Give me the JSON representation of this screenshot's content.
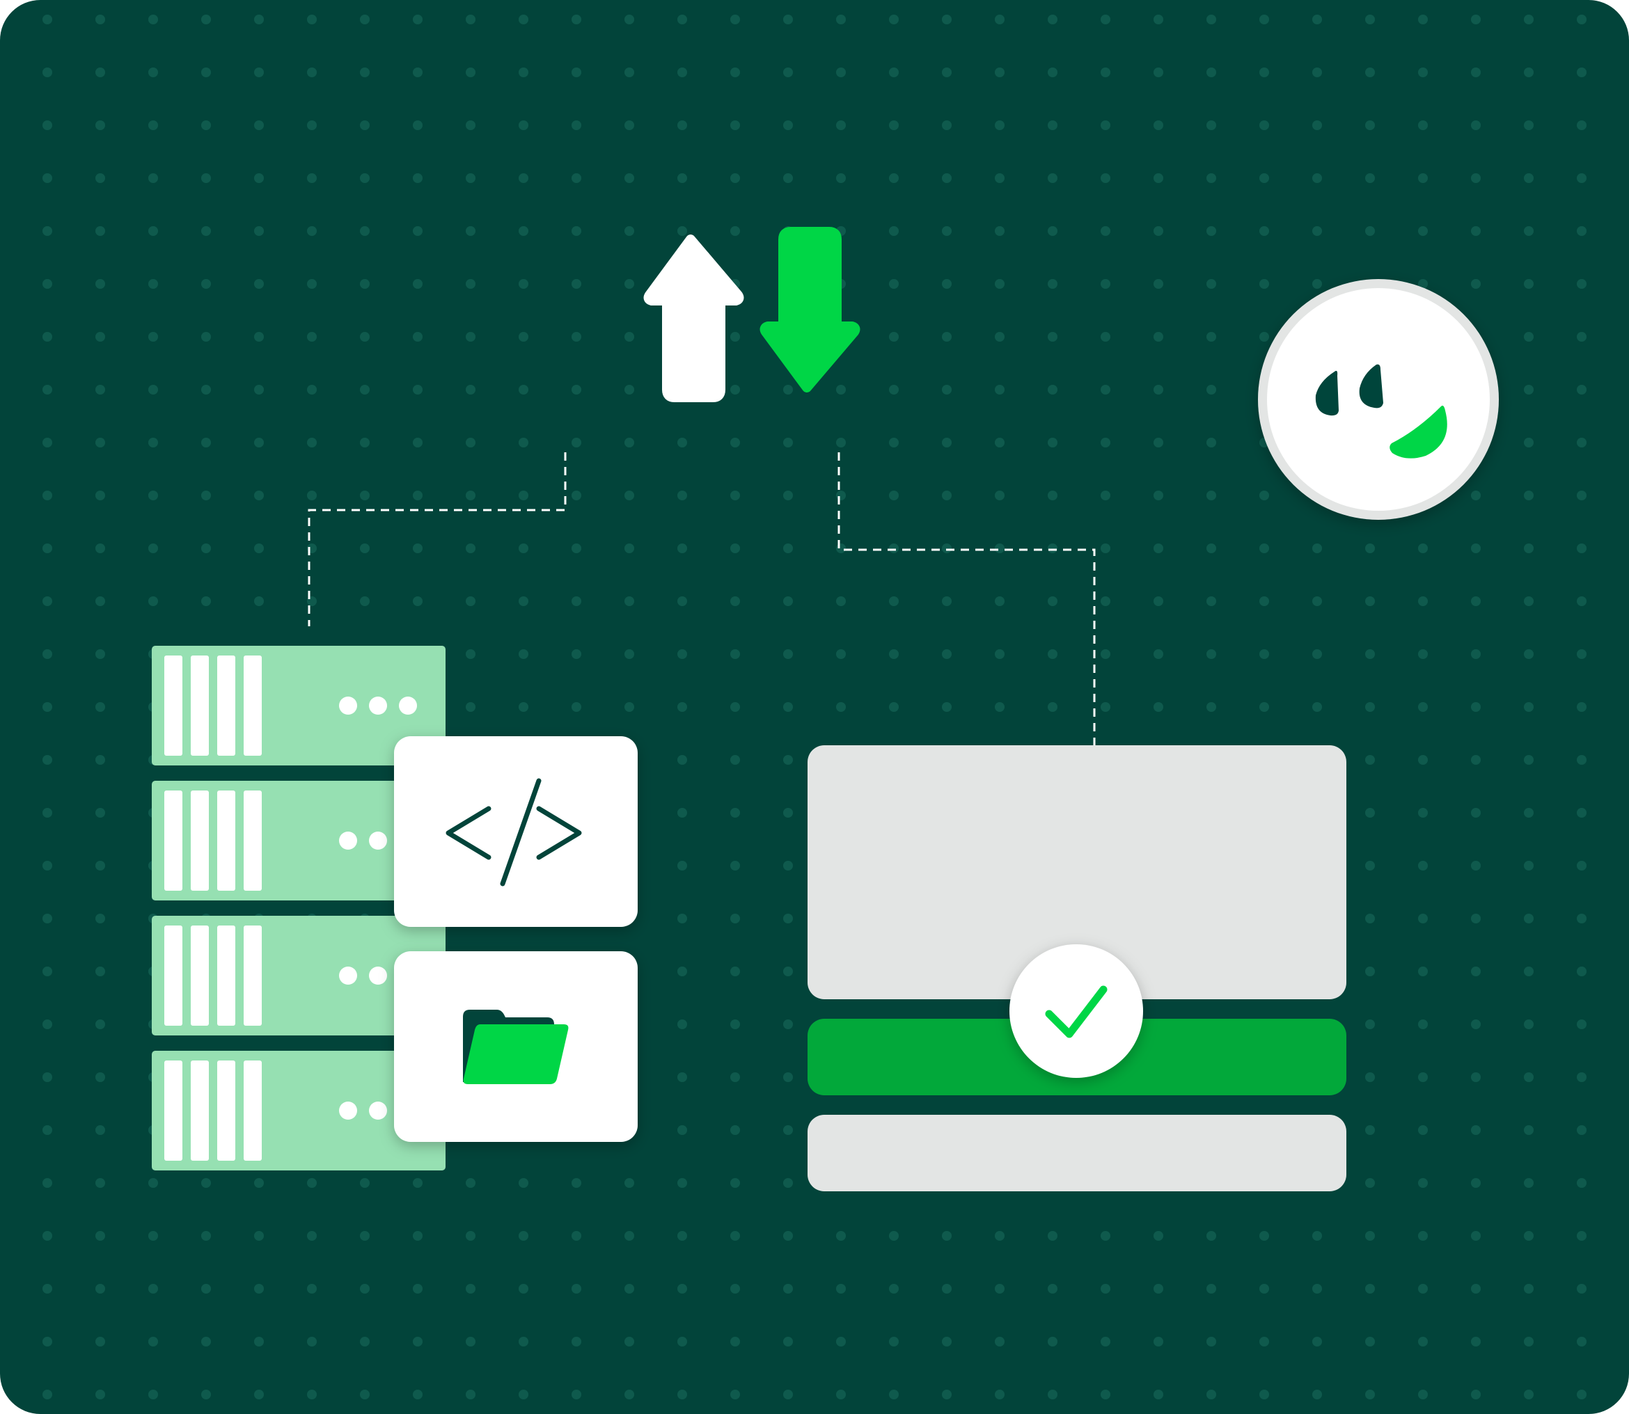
{
  "colors": {
    "background": "#02443A",
    "dot": "#0F5A4D",
    "server_fill": "#96E0B2",
    "white": "#FFFFFF",
    "light_gray": "#E3E5E4",
    "accent_green": "#00D646",
    "mid_green": "#02A83A",
    "dark_green": "#02443A"
  },
  "icons": {
    "upload": "arrow-up-icon",
    "download": "arrow-down-icon",
    "code": "code-icon",
    "folder": "folder-icon",
    "check": "check-icon",
    "logo": "smiley-logo-icon",
    "server": "server-rack-icon"
  },
  "server_units": [
    {
      "led_count": 3
    },
    {
      "led_count": 2
    },
    {
      "led_count": 2
    },
    {
      "led_count": 2
    }
  ]
}
